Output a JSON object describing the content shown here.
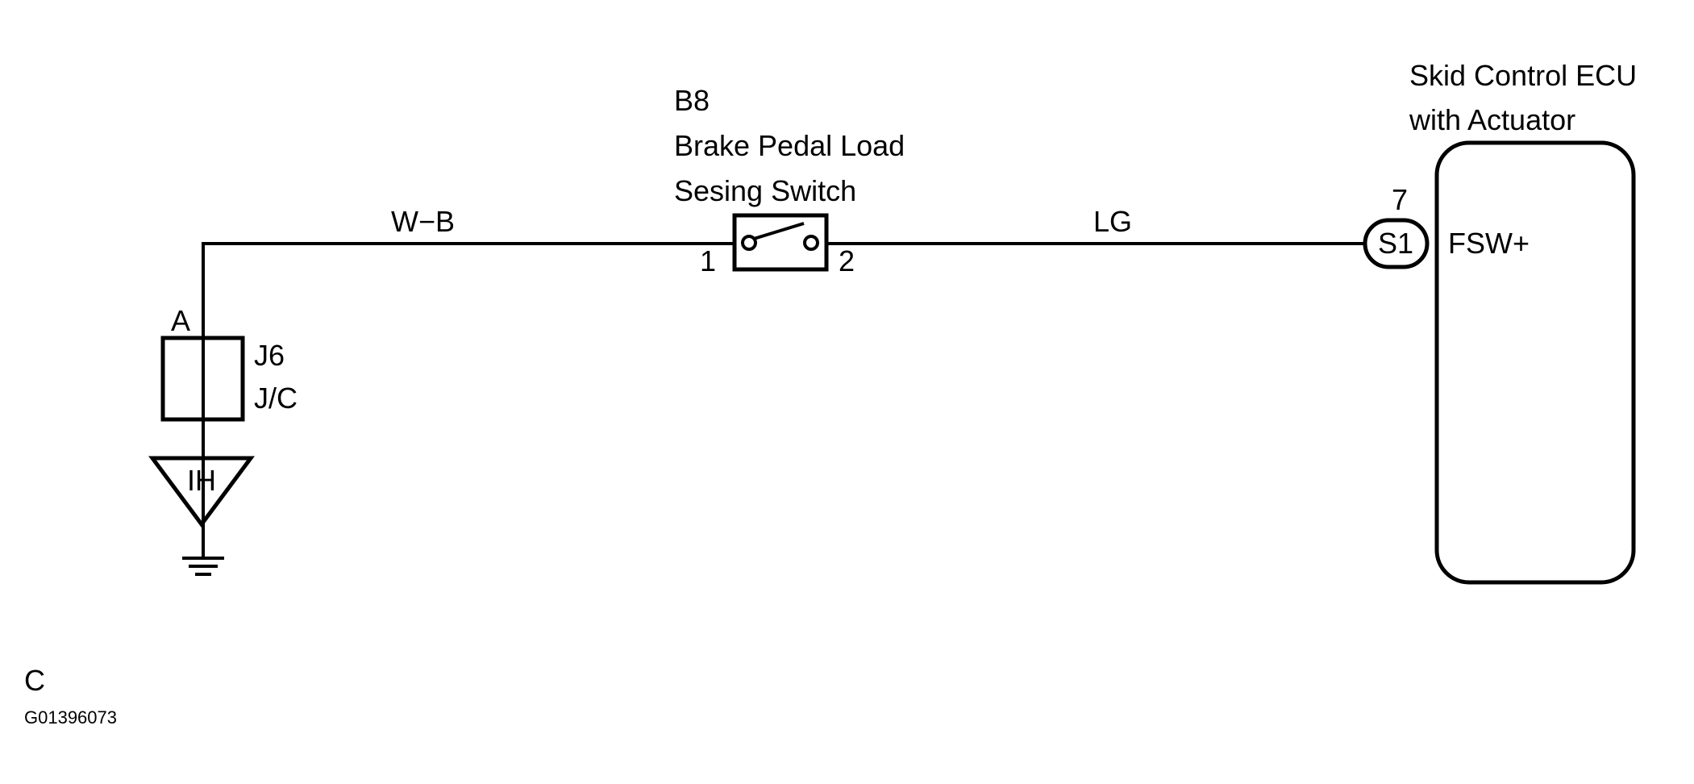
{
  "ground_junction": {
    "pin": "A",
    "connector": "J6",
    "type": "J/C",
    "ground_point": "IH"
  },
  "wires": {
    "left": "W−B",
    "right": "LG"
  },
  "switch": {
    "connector": "B8",
    "name_line1": "Brake Pedal Load",
    "name_line2": "Sesing Switch",
    "pin_left": "1",
    "pin_right": "2"
  },
  "ecu": {
    "name_line1": "Skid Control ECU",
    "name_line2": "with Actuator",
    "pin_number": "7",
    "connector": "S1",
    "terminal": "FSW+"
  },
  "footer": {
    "letter": "C",
    "code": "G01396073"
  }
}
